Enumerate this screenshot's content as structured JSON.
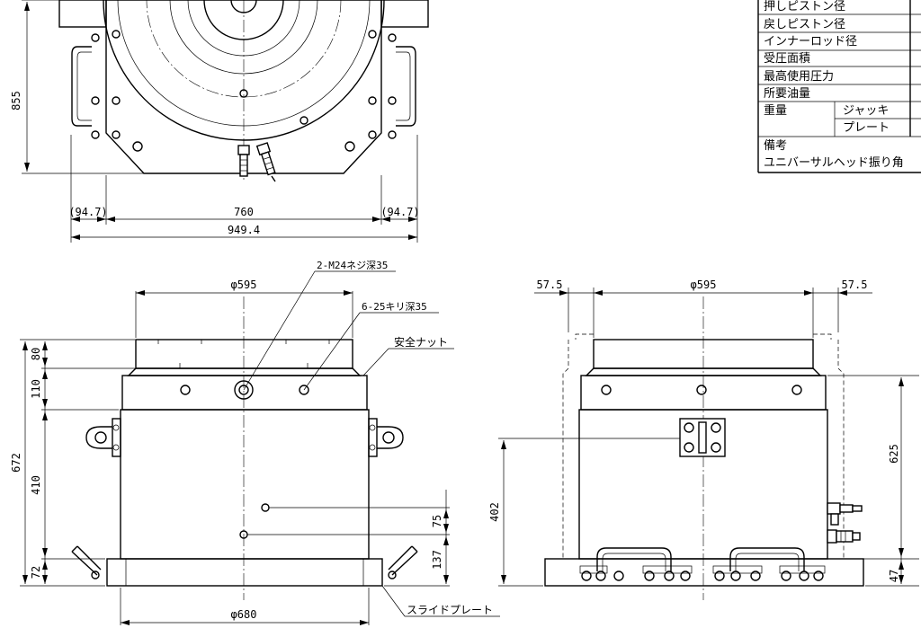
{
  "top_view": {
    "dim_height": "855",
    "dim_left_offset": "(94.7)",
    "dim_center_width": "760",
    "dim_right_offset": "(94.7)",
    "dim_total_width": "949.4"
  },
  "front_view": {
    "dim_top_diameter": "φ595",
    "dim_bottom_diameter": "φ680",
    "dim_total_height": "672",
    "dim_saddle": "80",
    "dim_nut": "110",
    "dim_body": "410",
    "dim_plate": "72",
    "dim_port_upper": "75",
    "dim_port_lower": "137",
    "note_tap": "2-M24ネジ深35",
    "note_drill": "6-25キリ深35",
    "label_safety_nut": "安全ナット",
    "label_slide_plate": "スライドプレート"
  },
  "side_view": {
    "dim_left_margin": "57.5",
    "dim_top_diameter": "φ595",
    "dim_right_margin": "57.5",
    "dim_height": "625",
    "dim_bracket": "402",
    "dim_plate": "47"
  },
  "spec_table": {
    "rows": [
      {
        "label": "押しピストン径"
      },
      {
        "label": "戻しピストン径"
      },
      {
        "label": "インナーロッド径"
      },
      {
        "label": "受圧面積"
      },
      {
        "label": "最高使用圧力"
      },
      {
        "label": "所要油量"
      }
    ],
    "weight_label": "重量",
    "weight_jack": "ジャッキ",
    "weight_plate": "プレート",
    "remarks_label": "備考",
    "remarks_text": "ユニバーサルヘッド振り角"
  }
}
